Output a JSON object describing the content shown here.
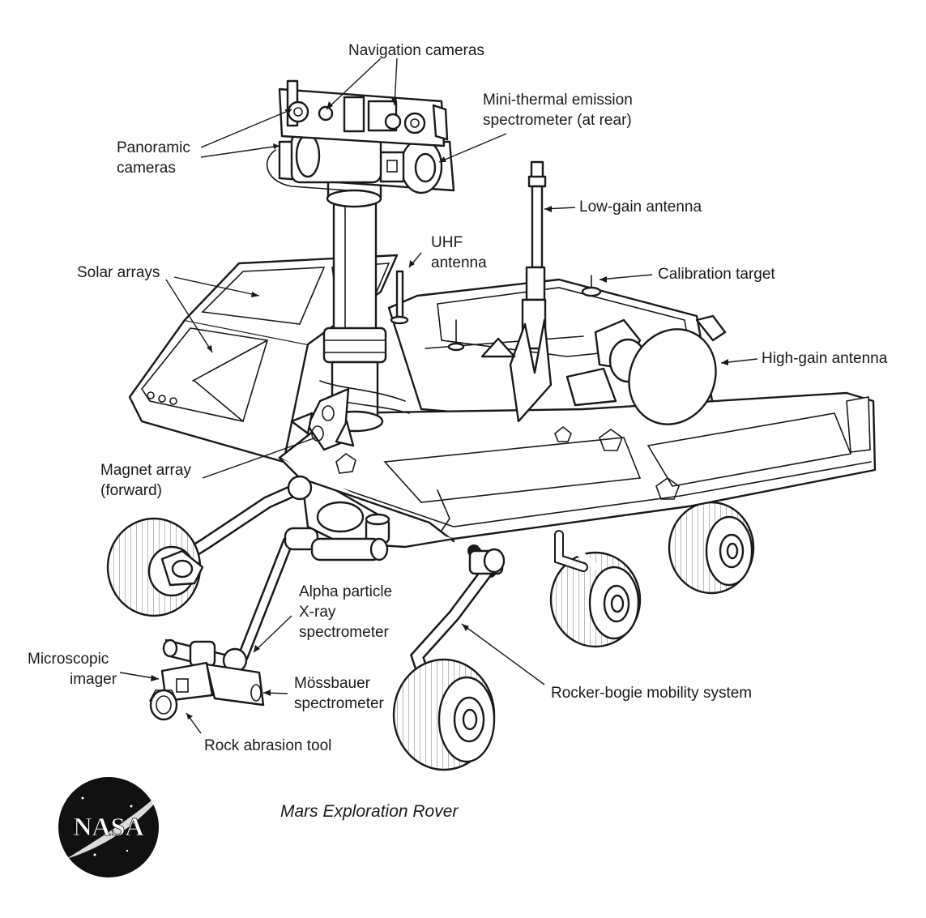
{
  "labels": {
    "navigation_cameras": "Navigation cameras",
    "mini_tes_1": "Mini-thermal emission",
    "mini_tes_2": "spectrometer (at rear)",
    "panoramic_1": "Panoramic",
    "panoramic_2": "cameras",
    "low_gain_antenna": "Low-gain antenna",
    "uhf_1": "UHF",
    "uhf_2": "antenna",
    "solar_arrays": "Solar arrays",
    "calibration_target": "Calibration target",
    "high_gain_antenna": "High-gain antenna",
    "magnet_1": "Magnet array",
    "magnet_2": "(forward)",
    "apxs_1": "Alpha particle",
    "apxs_2": "X-ray",
    "apxs_3": "spectrometer",
    "microscopic_1": "Microscopic",
    "microscopic_2": "imager",
    "mossbauer_1": "Mössbauer",
    "mossbauer_2": "spectrometer",
    "rocker_bogie": "Rocker-bogie mobility system",
    "rock_abrasion": "Rock abrasion tool"
  },
  "caption": "Mars Exploration Rover",
  "logo": {
    "text": "NASA",
    "bg_color": "#111111",
    "text_color": "#ffffff"
  }
}
